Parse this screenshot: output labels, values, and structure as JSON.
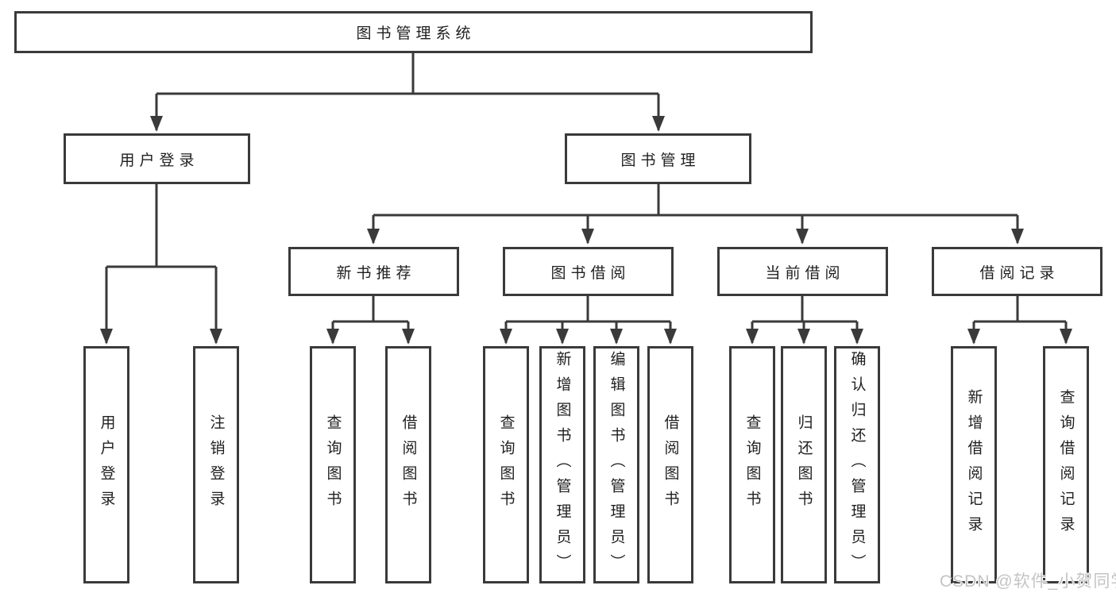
{
  "diagram": {
    "root": {
      "label": "图书管理系统"
    },
    "level2": [
      {
        "label": "用户登录"
      },
      {
        "label": "图书管理"
      }
    ],
    "level3": [
      {
        "label": "新书推荐"
      },
      {
        "label": "图书借阅"
      },
      {
        "label": "当前借阅"
      },
      {
        "label": "借阅记录"
      }
    ],
    "leaves": [
      {
        "label": "用户登录"
      },
      {
        "label": "注销登录"
      },
      {
        "label": "查询图书"
      },
      {
        "label": "借阅图书"
      },
      {
        "label": "查询图书"
      },
      {
        "label": "新增图书（管理员）"
      },
      {
        "label": "编辑图书（管理员）"
      },
      {
        "label": "借阅图书"
      },
      {
        "label": "查询图书"
      },
      {
        "label": "归还图书"
      },
      {
        "label": "确认归还（管理员）"
      },
      {
        "label": "新增借阅记录"
      },
      {
        "label": "查询借阅记录"
      }
    ]
  },
  "watermark": {
    "text": "CSDN @软件_小贺同学"
  },
  "colors": {
    "line": "#3a3a3a",
    "box_border": "#3a3a3a",
    "text": "#1f1f1f",
    "background": "#ffffff",
    "watermark_text": "#c4c4c4"
  }
}
